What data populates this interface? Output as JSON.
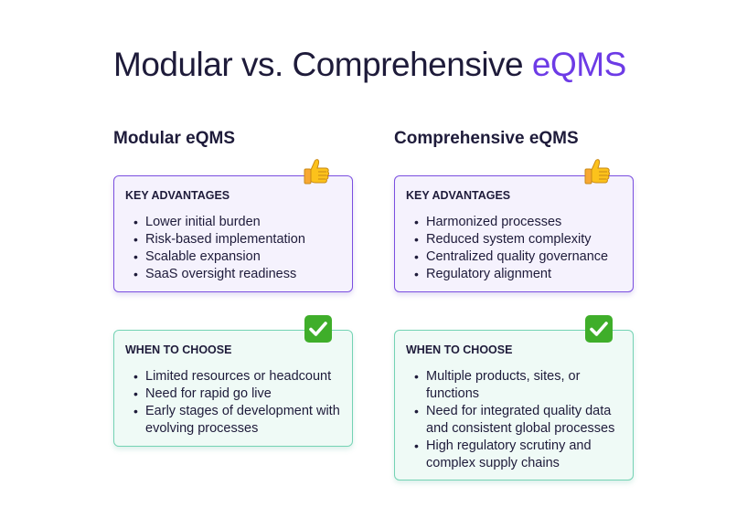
{
  "title": {
    "main": "Modular vs. Comprehensive ",
    "accent": "eQMS"
  },
  "columns": [
    {
      "heading": "Modular eQMS",
      "advantages": {
        "label": "KEY ADVANTAGES",
        "icon": "thumbs-up-icon",
        "items": [
          "Lower initial burden",
          "Risk-based implementation",
          "Scalable expansion",
          "SaaS oversight readiness"
        ]
      },
      "when": {
        "label": "WHEN TO CHOOSE",
        "icon": "check-mark-icon",
        "items": [
          "Limited resources or headcount",
          "Need for rapid go live",
          "Early stages of development with evolving processes"
        ]
      }
    },
    {
      "heading": "Comprehensive eQMS",
      "advantages": {
        "label": "KEY ADVANTAGES",
        "icon": "thumbs-up-icon",
        "items": [
          "Harmonized processes",
          "Reduced system complexity",
          "Centralized quality governance",
          "Regulatory alignment"
        ]
      },
      "when": {
        "label": "WHEN TO CHOOSE",
        "icon": "check-mark-icon",
        "items": [
          "Multiple products, sites, or functions",
          "Need for integrated quality data and consistent global processes",
          "High regulatory scrutiny and complex supply chains"
        ]
      }
    }
  ],
  "colors": {
    "text": "#1e1b3a",
    "accent": "#6d3be6",
    "advantages_border": "#7b4fe0",
    "advantages_bg": "#f5f2fd",
    "when_border": "#74d3b4",
    "when_bg": "#effaf6",
    "check_green": "#3fae2a"
  }
}
